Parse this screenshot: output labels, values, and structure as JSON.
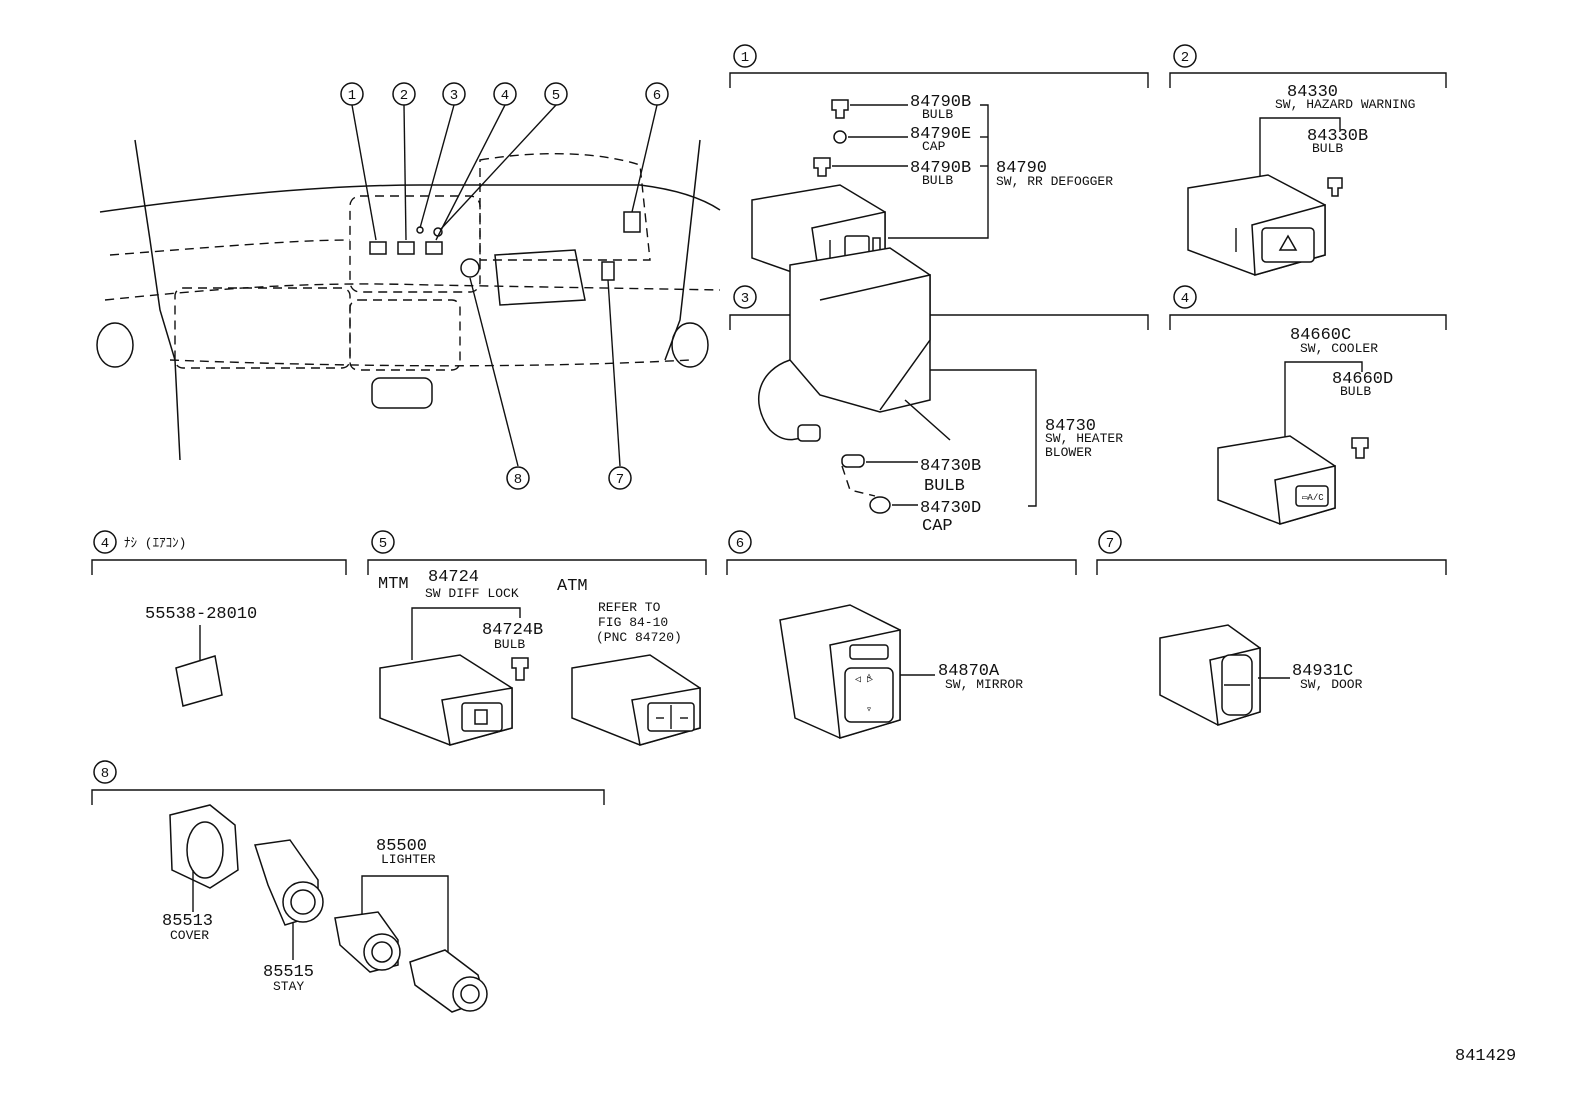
{
  "diagram_id": "841429",
  "overview": {
    "callouts": [
      "1",
      "2",
      "3",
      "4",
      "5",
      "6",
      "7",
      "8"
    ]
  },
  "section1": {
    "num": "1",
    "bulb_a_pn": "84790B",
    "bulb_a_desc": "BULB",
    "cap_pn": "84790E",
    "cap_desc": "CAP",
    "bulb_b_pn": "84790B",
    "bulb_b_desc": "BULB",
    "switch_pn": "84790",
    "switch_desc": "SW, RR DEFOGGER"
  },
  "section2": {
    "num": "2",
    "switch_pn": "84330",
    "switch_desc": "SW, HAZARD WARNING",
    "bulb_pn": "84330B",
    "bulb_desc": "BULB"
  },
  "section3": {
    "num": "3",
    "switch_pn": "84730",
    "switch_desc_1": "SW, HEATER",
    "switch_desc_2": "BLOWER",
    "bulb_pn": "84730B",
    "bulb_desc": "BULB",
    "cap_pn": "84730D",
    "cap_desc": "CAP"
  },
  "section4": {
    "num": "4",
    "switch_pn": "84660C",
    "switch_desc": "SW, COOLER",
    "bulb_pn": "84660D",
    "bulb_desc": "BULB"
  },
  "section4b": {
    "num": "4",
    "note": "ﾅｼ (ｴｱｺﾝ)",
    "part_pn": "55538-28010"
  },
  "section5": {
    "num": "5",
    "mtm_label": "MTM",
    "switch_pn": "84724",
    "switch_desc": "SW DIFF LOCK",
    "bulb_pn": "84724B",
    "bulb_desc": "BULB",
    "atm_label": "ATM",
    "refer_1": "REFER TO",
    "refer_2": "FIG 84-10",
    "refer_3": "(PNC 84720)"
  },
  "section6": {
    "num": "6",
    "switch_pn": "84870A",
    "switch_desc": "SW, MIRROR"
  },
  "section7": {
    "num": "7",
    "switch_pn": "84931C",
    "switch_desc": "SW, DOOR"
  },
  "section8": {
    "num": "8",
    "cover_pn": "85513",
    "cover_desc": "COVER",
    "stay_pn": "85515",
    "stay_desc": "STAY",
    "lighter_pn": "85500",
    "lighter_desc": "LIGHTER"
  }
}
